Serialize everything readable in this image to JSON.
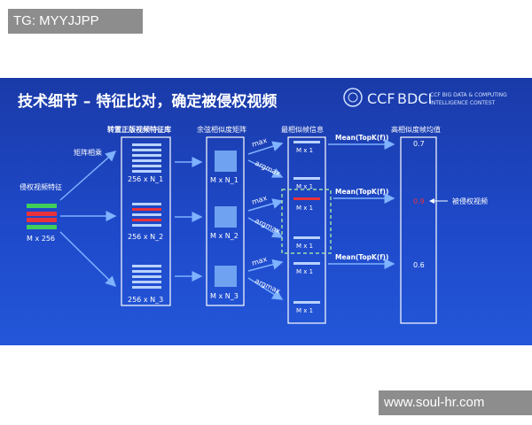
{
  "watermark_top": "TG: MYYJJPP",
  "watermark_bottom": "www.soul-hr.com",
  "slide": {
    "title": "技术细节 – 特征比对，确定被侵权视频",
    "logo": {
      "ccf": "CCF",
      "bdci": "BDCI",
      "line1": "CCF BIG DATA & COMPUTING",
      "line2": "INTELLIGENCE CONTEST"
    },
    "input_label": "侵权视频特征",
    "input_dim": "M x 256",
    "multiply_label": "矩阵相乘",
    "library_label": "转置正版视频特征库",
    "library_dims": [
      "256 x N_1",
      "256 x N_2",
      "256 x N_3"
    ],
    "cosine_label": "余弦相似度矩阵",
    "cosine_dims": [
      "M x N_1",
      "M x N_2",
      "M x N_3"
    ],
    "ops": [
      "max",
      "argmax"
    ],
    "frame_label": "最相似帧信息",
    "frame_dim": "M x 1",
    "mean_label": "Mean(TopK(f))",
    "avg_label": "高相似度帧均值",
    "avg_values": [
      "0.7",
      "0.9",
      "0.6"
    ],
    "infringed_label": "被侵权视频",
    "colors": {
      "accent_red": "#e8323b",
      "accent_green": "#3fd05a",
      "bar_light": "#b9d2ff",
      "box_blue": "#6fa2f0",
      "highlight_dash": "#9fdca6"
    }
  }
}
